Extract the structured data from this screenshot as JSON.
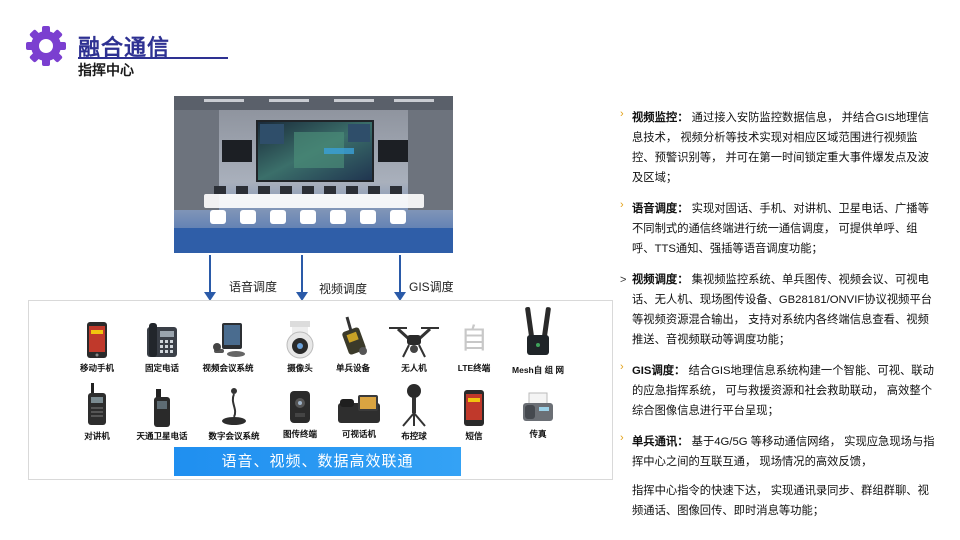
{
  "header": {
    "title": "融合通信",
    "subtitle": "指挥中心"
  },
  "flows": [
    {
      "label": "语音调度"
    },
    {
      "label": "视频调度"
    },
    {
      "label": "GIS调度"
    }
  ],
  "devices": [
    {
      "label": "移动手机",
      "icon": "smartphone-icon"
    },
    {
      "label": "固定电话",
      "icon": "desk-phone-icon"
    },
    {
      "label": "视频会议系统",
      "icon": "video-conference-icon"
    },
    {
      "label": "摄像头",
      "icon": "dome-camera-icon"
    },
    {
      "label": "单兵设备",
      "icon": "body-worn-device-icon"
    },
    {
      "label": "无人机",
      "icon": "drone-icon"
    },
    {
      "label": "LTE终端",
      "icon": "lte-terminal-icon",
      "glyph": "自"
    },
    {
      "label": "Mesh自 组 网",
      "icon": "mesh-antenna-icon"
    },
    {
      "label": "对讲机",
      "icon": "walkie-talkie-icon"
    },
    {
      "label": "天通卫星电话",
      "icon": "satellite-phone-icon"
    },
    {
      "label": "数字会议系统",
      "icon": "conference-mic-icon"
    },
    {
      "label": "图传终端",
      "icon": "image-transmitter-icon"
    },
    {
      "label": "可视话机",
      "icon": "video-phone-icon"
    },
    {
      "label": "布控球",
      "icon": "control-ball-icon"
    },
    {
      "label": "短信",
      "icon": "sms-phone-icon"
    },
    {
      "label": "传真",
      "icon": "fax-icon"
    }
  ],
  "banner": "语音、视频、数据高效联通",
  "descriptions": [
    {
      "marker": "orange",
      "term": "视频监控：",
      "text": "通过接入安防监控数据信息， 并结合GIS地理信息技术， 视频分析等技术实现对相应区域范围进行视频监控、预警识别等， 并可在第一时间锁定重大事件爆发点及波及区域；"
    },
    {
      "marker": "orange",
      "term": "语音调度：",
      "text": "实现对固话、手机、对讲机、卫星电话、广播等不同制式的通信终端进行统一通信调度， 可提供单呼、组呼、TTS通知、强插等语音调度功能；"
    },
    {
      "marker": "plain",
      "term": "视频调度：",
      "text": "集视频监控系统、单兵图传、视频会议、可视电话、无人机、现场图传设备、GB28181/ONVIF协议视频平台等视频资源混合输出， 支持对系统内各终端信息查看、视频推送、音视频联动等调度功能；"
    },
    {
      "marker": "orange",
      "term": "GIS调度：",
      "text": "结合GIS地理信息系统构建一个智能、可视、联动的应急指挥系统， 可与救援资源和社会救助联动， 高效整个综合图像信息进行平台呈现；"
    },
    {
      "marker": "orange",
      "term": "单兵通讯：",
      "text": "基于4G/5G 等移动通信网络， 实现应急现场与指挥中心之间的互联互通， 现场情况的高效反馈，",
      "text2": "指挥中心指令的快速下达， 实现通讯录同步、群组群聊、视频通话、图像回传、即时消息等功能；"
    }
  ]
}
